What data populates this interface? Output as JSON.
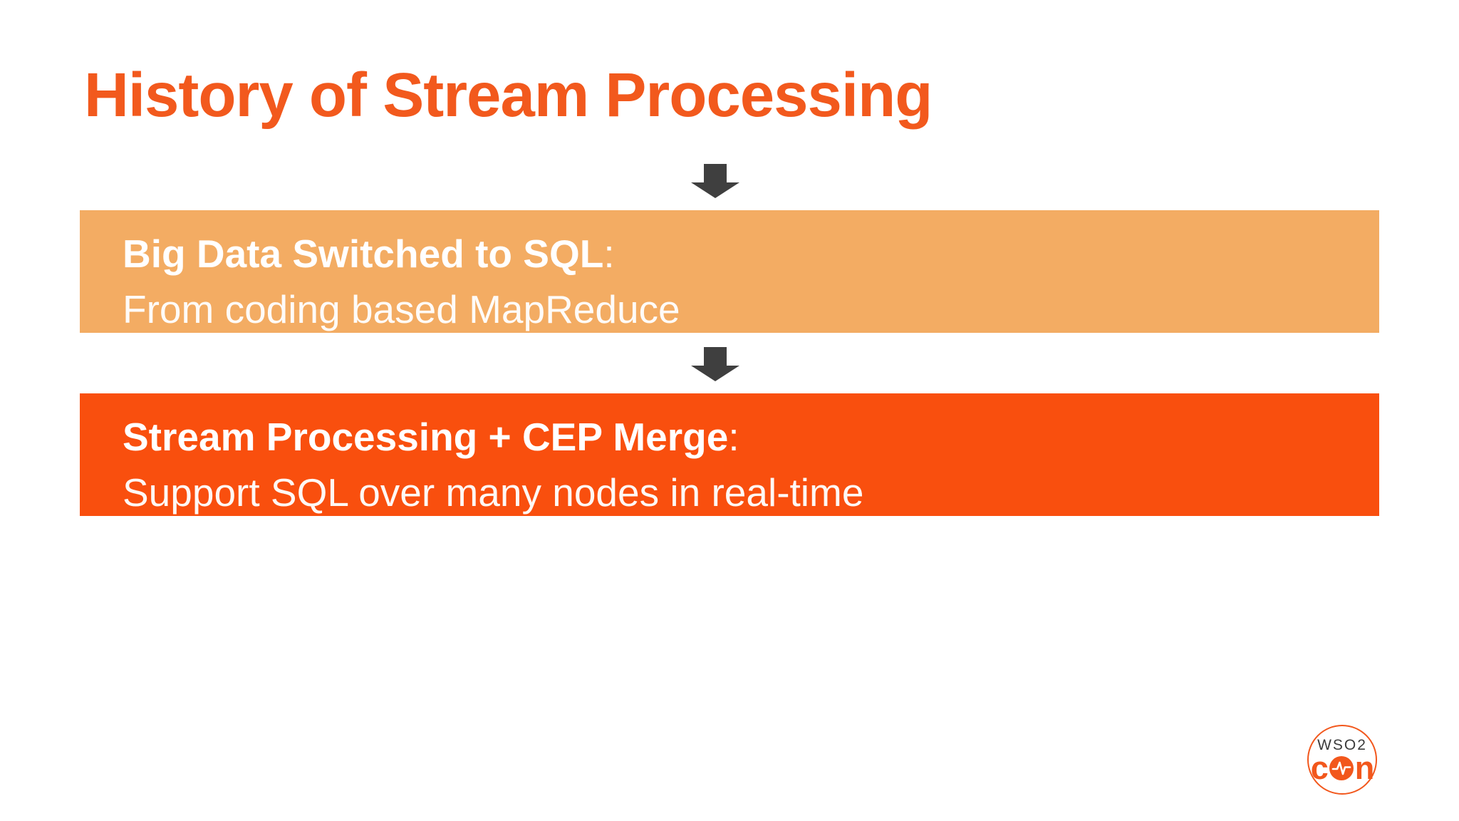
{
  "slide": {
    "title": "History of Stream Processing",
    "flow": {
      "steps": [
        {
          "emphasis": "Big Data Switched to SQL",
          "separator": ":",
          "detail": "From coding based MapReduce",
          "background": "#F3AC63"
        },
        {
          "emphasis": "Stream Processing + CEP Merge",
          "separator": ":",
          "detail": "Support SQL over many nodes in real-time",
          "background": "#F94F0E"
        }
      ],
      "arrow_icon": "down-arrow-icon",
      "arrow_color": "#3F3F3F"
    },
    "logo": {
      "brand": "WSO2",
      "word_prefix": "c",
      "word_suffix": "n",
      "pulse_icon": "heartbeat-pulse-icon",
      "ring_color": "#F2571C",
      "text_color": "#3C3C3C"
    },
    "colors": {
      "title": "#F2591D",
      "background": "#FFFFFF",
      "box_text": "#FFFFFF"
    }
  }
}
